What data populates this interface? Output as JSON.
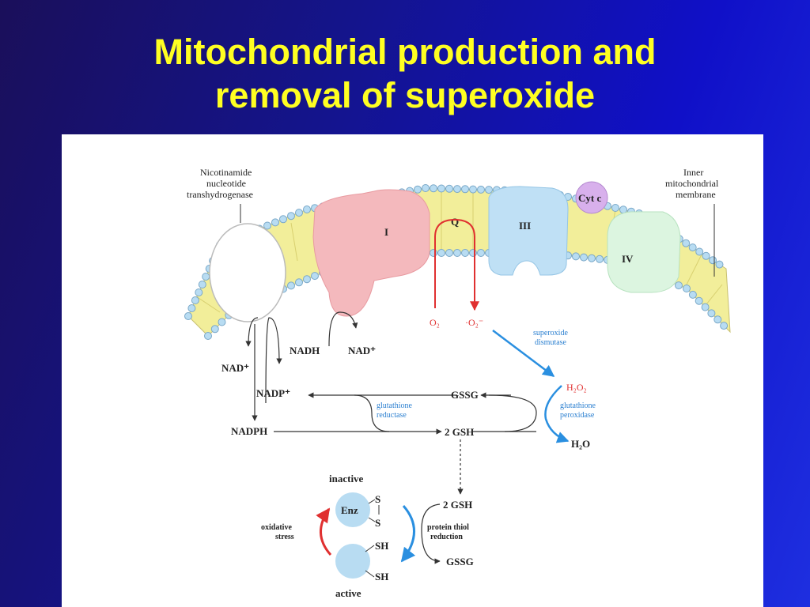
{
  "title": {
    "line1": "Mitochondrial production and",
    "line2": "removal of superoxide"
  },
  "labels": {
    "nnt_line1": "Nicotinamide",
    "nnt_line2": "nucleotide",
    "nnt_line3": "transhydrogenase",
    "imm_line1": "Inner",
    "imm_line2": "mitochondrial",
    "imm_line3": "membrane",
    "complex1": "I",
    "q": "Q",
    "complex3": "III",
    "cytc": "Cyt c",
    "complex4": "IV",
    "nadh": "NADH",
    "nad_right": "NAD⁺",
    "nad_left": "NAD⁺",
    "nadp": "NADP⁺",
    "nadph": "NADPH",
    "o2": "O₂",
    "o2_radical": "·O₂⁻",
    "sod_line1": "superoxide",
    "sod_line2": "dismutase",
    "h2o2": "H₂O₂",
    "gr_line1": "glutathione",
    "gr_line2": "reductase",
    "gssg_top": "GSSG",
    "gsh_top": "2 GSH",
    "gpx_line1": "glutathione",
    "gpx_line2": "peroxidase",
    "h2o": "H₂O",
    "inactive": "inactive",
    "enz": "Enz",
    "s_top": "S",
    "s_bottom": "S",
    "ox_line1": "oxidative",
    "ox_line2": "stress",
    "gsh_bottom": "2 GSH",
    "ptr_line1": "protein thiol",
    "ptr_line2": "reduction",
    "gssg_bottom": "GSSG",
    "sh_top": "SH",
    "sh_bottom": "SH",
    "active": "active"
  },
  "colors": {
    "title": "#ffff22",
    "complex1": "#f4b9bd",
    "complex3": "#bfe0f5",
    "complex4": "#dcf5e0",
    "cytc": "#d8b0ec",
    "lipid_head": "#b8dcf2",
    "lipid_tail": "#f2ee9a",
    "red_arrow": "#e03030",
    "blue_arrow": "#2a8fe0"
  }
}
